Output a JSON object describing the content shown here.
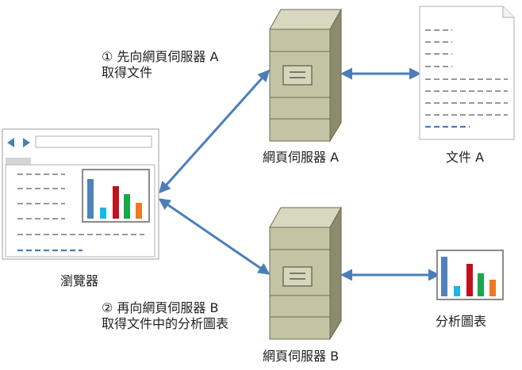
{
  "steps": {
    "step1": {
      "line1": "① 先向網頁伺服器 A",
      "line2": "取得文件"
    },
    "step2": {
      "line1": "② 再向網頁伺服器 B",
      "line2": "取得文件中的分析圖表"
    }
  },
  "labels": {
    "server_a": "網頁伺服器 A",
    "server_b": "網頁伺服器 B",
    "document_a": "文件 A",
    "browser": "瀏覽器",
    "chart": "分析圖表"
  },
  "colors": {
    "arrow": "#4a7ebb",
    "server_face": "#c4c4a5",
    "server_side": "#8b8b6d",
    "server_top": "#d8d8c0",
    "bar_blue": "#4f81bd",
    "bar_cyan": "#19b7e8",
    "bar_red": "#c0111f",
    "bar_green": "#1aa64a",
    "bar_orange": "#f07820"
  },
  "icons": {
    "server": "server-tower-icon",
    "document": "document-icon",
    "browser": "browser-window-icon",
    "chart": "bar-chart-icon"
  }
}
